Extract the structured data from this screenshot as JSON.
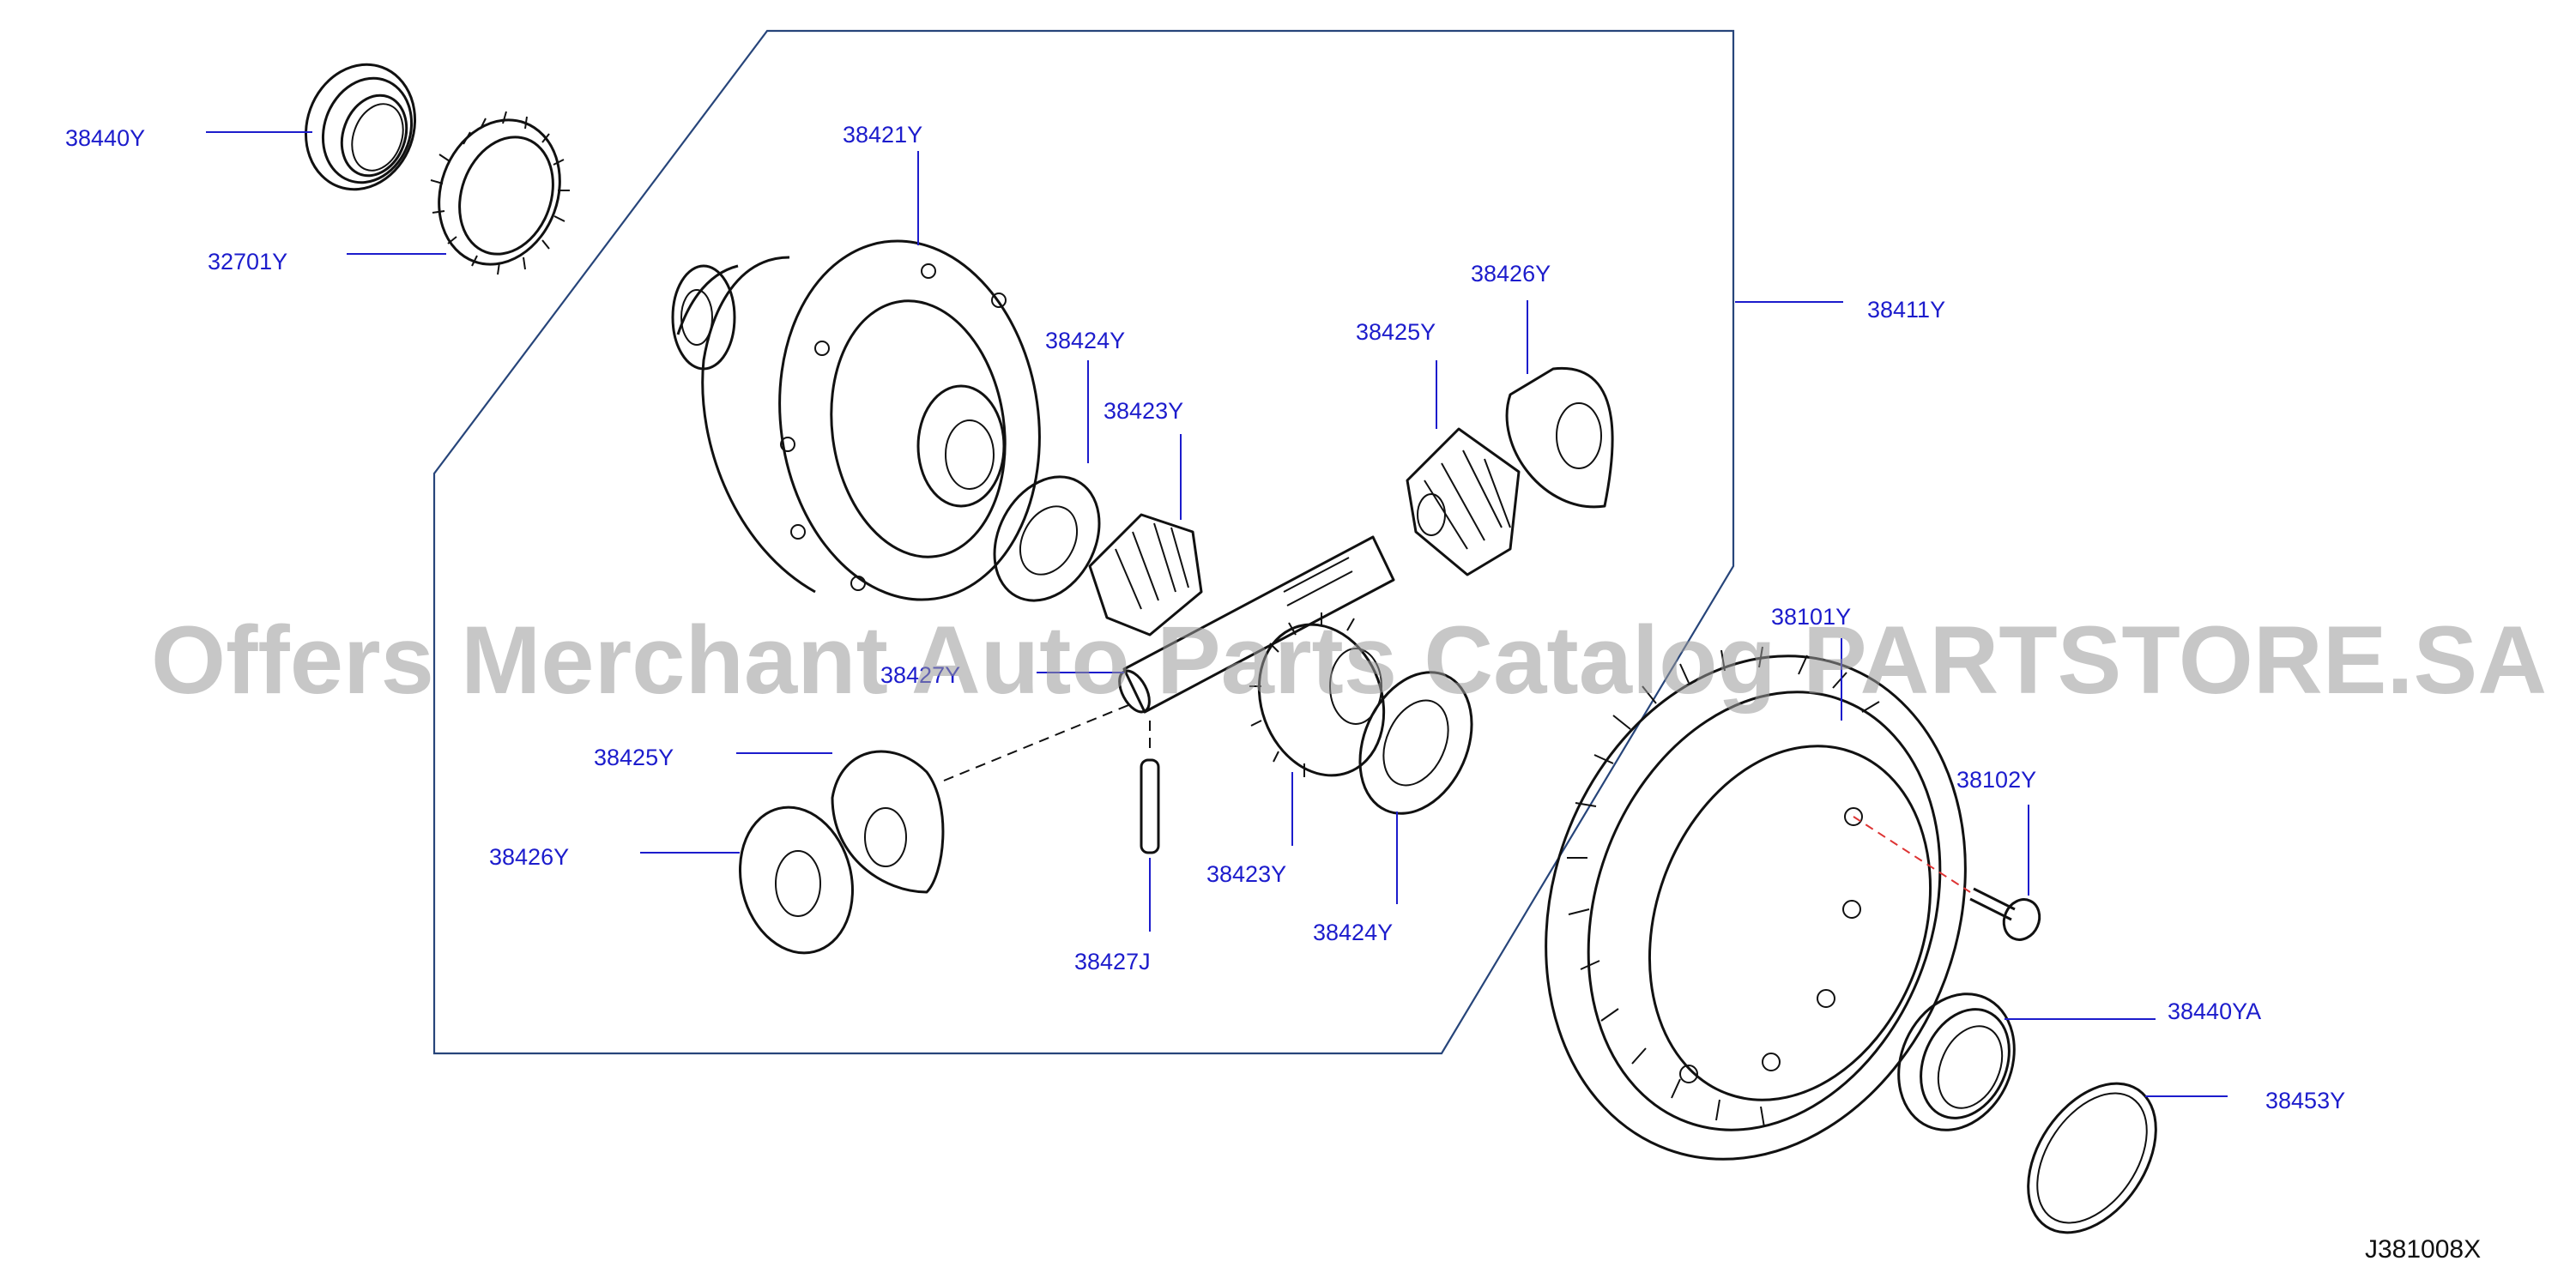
{
  "watermark": "Offers Merchant Auto Parts Catalog PARTSTORE.SA",
  "diagram_code": "J381008X",
  "colors": {
    "label": "#1c1ccc",
    "frame": "#27457a",
    "ink": "#111111",
    "watermark": "#9a9a9a",
    "guide_red": "#d33333"
  },
  "labels": {
    "p38440Y": "38440Y",
    "p32701Y": "32701Y",
    "p38421Y": "38421Y",
    "p38424Y_upper": "38424Y",
    "p38423Y_upper": "38423Y",
    "p38425Y_upper": "38425Y",
    "p38426Y_upper": "38426Y",
    "p38411Y": "38411Y",
    "p38427Y": "38427Y",
    "p38425Y_lower": "38425Y",
    "p38426Y_lower": "38426Y",
    "p38423Y_lower": "38423Y",
    "p38424Y_lower": "38424Y",
    "p38427J": "38427J",
    "p38101Y": "38101Y",
    "p38102Y": "38102Y",
    "p38440YA": "38440YA",
    "p38453Y": "38453Y"
  }
}
